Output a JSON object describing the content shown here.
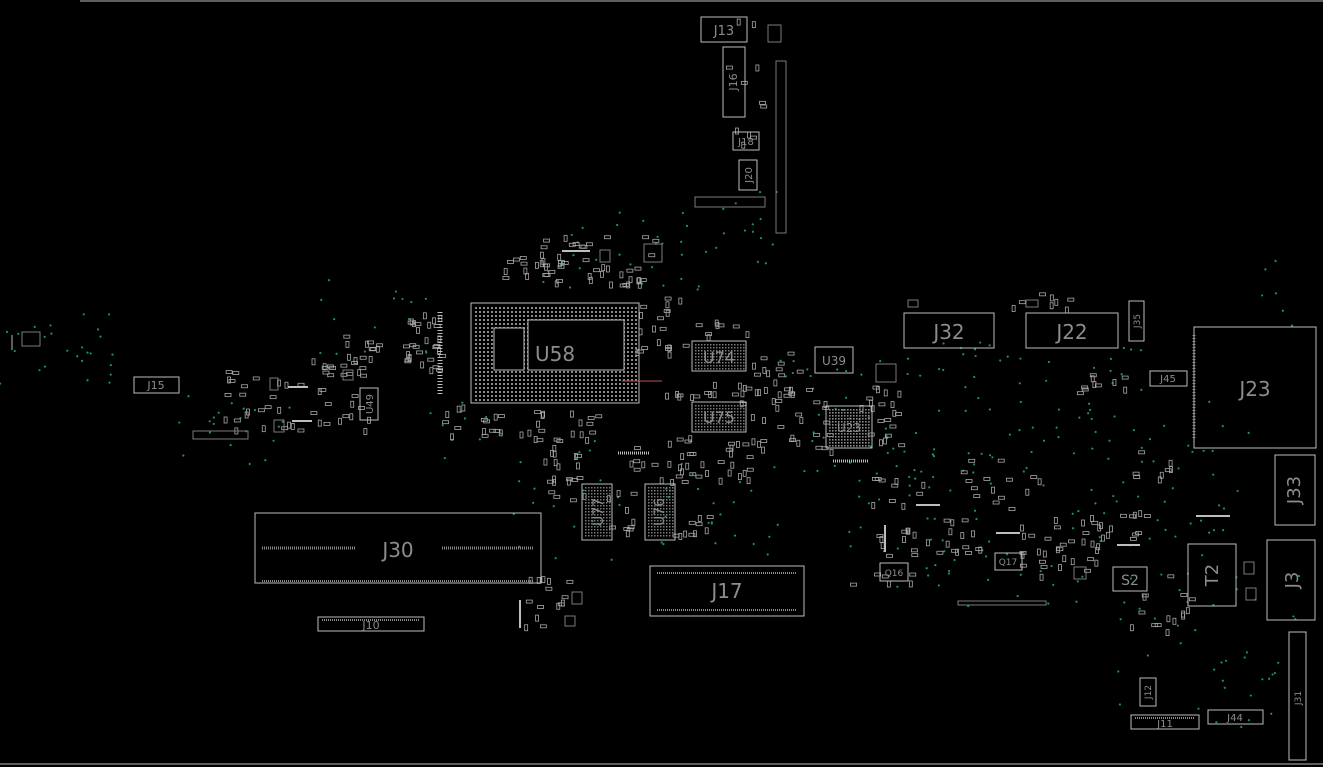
{
  "viewer": {
    "background": "#000000",
    "outline_color": "#bdbdbd",
    "label_color": "#8c8c8c",
    "via_color": "#1e8f6e"
  },
  "components": [
    {
      "id": "U58"
    },
    {
      "id": "U74"
    },
    {
      "id": "U75"
    },
    {
      "id": "U77"
    },
    {
      "id": "U76"
    },
    {
      "id": "U39"
    },
    {
      "id": "U23"
    },
    {
      "id": "U49"
    },
    {
      "id": "J30"
    },
    {
      "id": "J17"
    },
    {
      "id": "J32"
    },
    {
      "id": "J22"
    },
    {
      "id": "J23"
    },
    {
      "id": "J33"
    },
    {
      "id": "J3"
    },
    {
      "id": "T2"
    },
    {
      "id": "S2"
    },
    {
      "id": "J15"
    },
    {
      "id": "J10"
    },
    {
      "id": "J13"
    },
    {
      "id": "J16"
    },
    {
      "id": "J18"
    },
    {
      "id": "J20"
    },
    {
      "id": "J35"
    },
    {
      "id": "J45"
    },
    {
      "id": "J11"
    },
    {
      "id": "J44"
    },
    {
      "id": "J12"
    },
    {
      "id": "J31"
    },
    {
      "id": "Q16"
    },
    {
      "id": "Q17"
    }
  ]
}
